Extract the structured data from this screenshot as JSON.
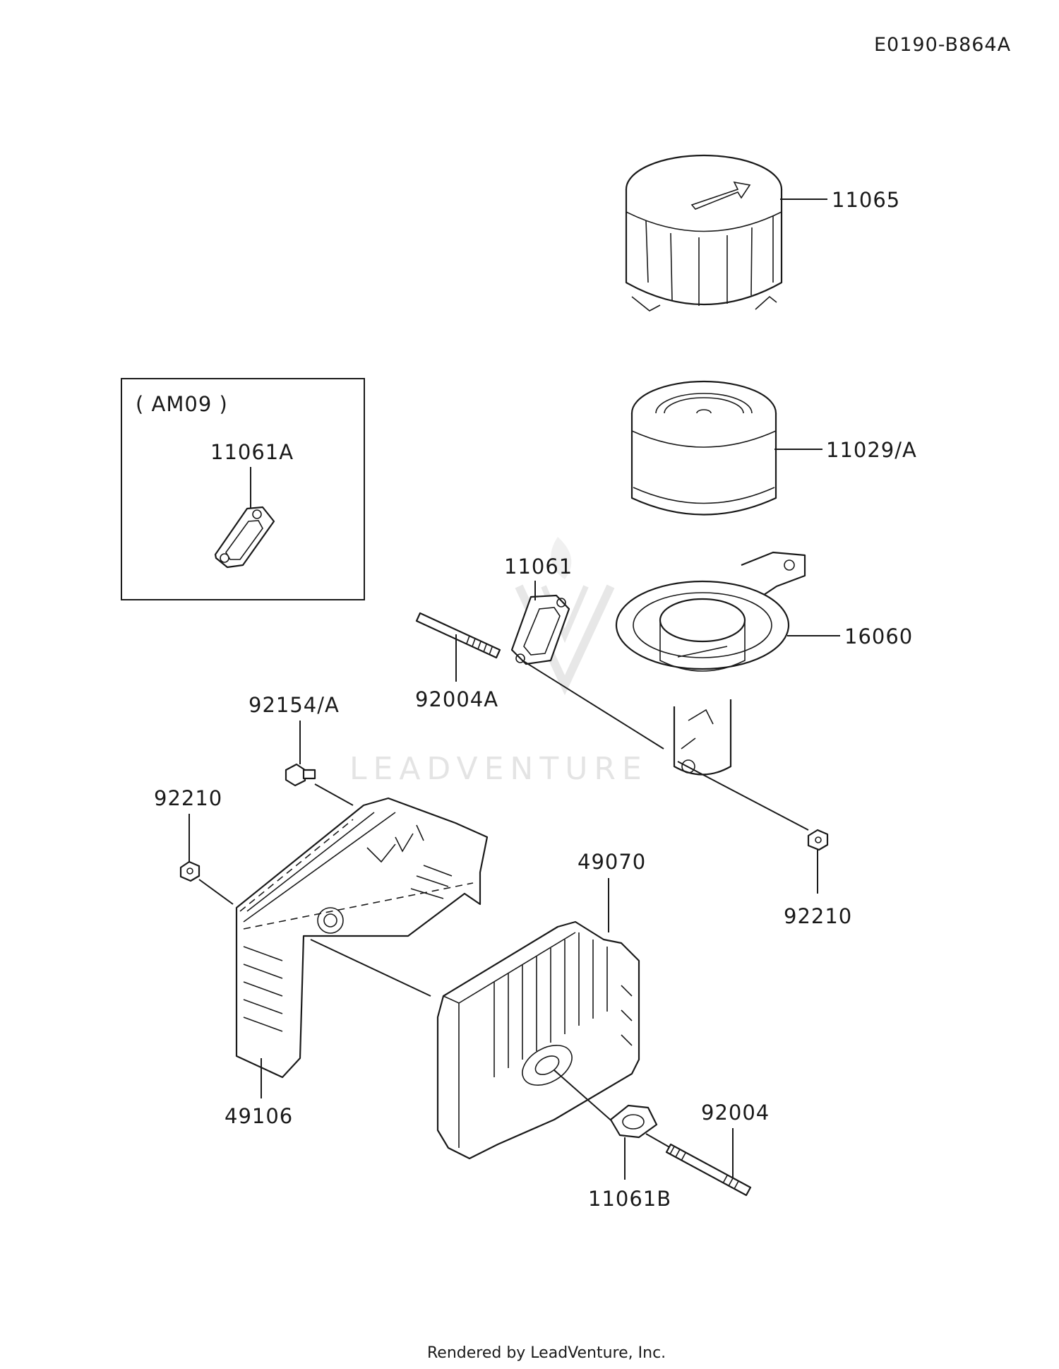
{
  "diagram_code": "E0190-B864A",
  "inset": {
    "title": "( AM09 )",
    "part": "11061A"
  },
  "parts": {
    "p11065": "11065",
    "p11029A": "11029/A",
    "p16060": "16060",
    "p11061": "11061",
    "p92004A": "92004A",
    "p92154A": "92154/A",
    "p92210_left": "92210",
    "p92210_right": "92210",
    "p49070": "49070",
    "p49106": "49106",
    "p92004": "92004",
    "p11061B": "11061B"
  },
  "watermark": "LEADVENTURE",
  "footer": "Rendered by LeadVenture, Inc."
}
